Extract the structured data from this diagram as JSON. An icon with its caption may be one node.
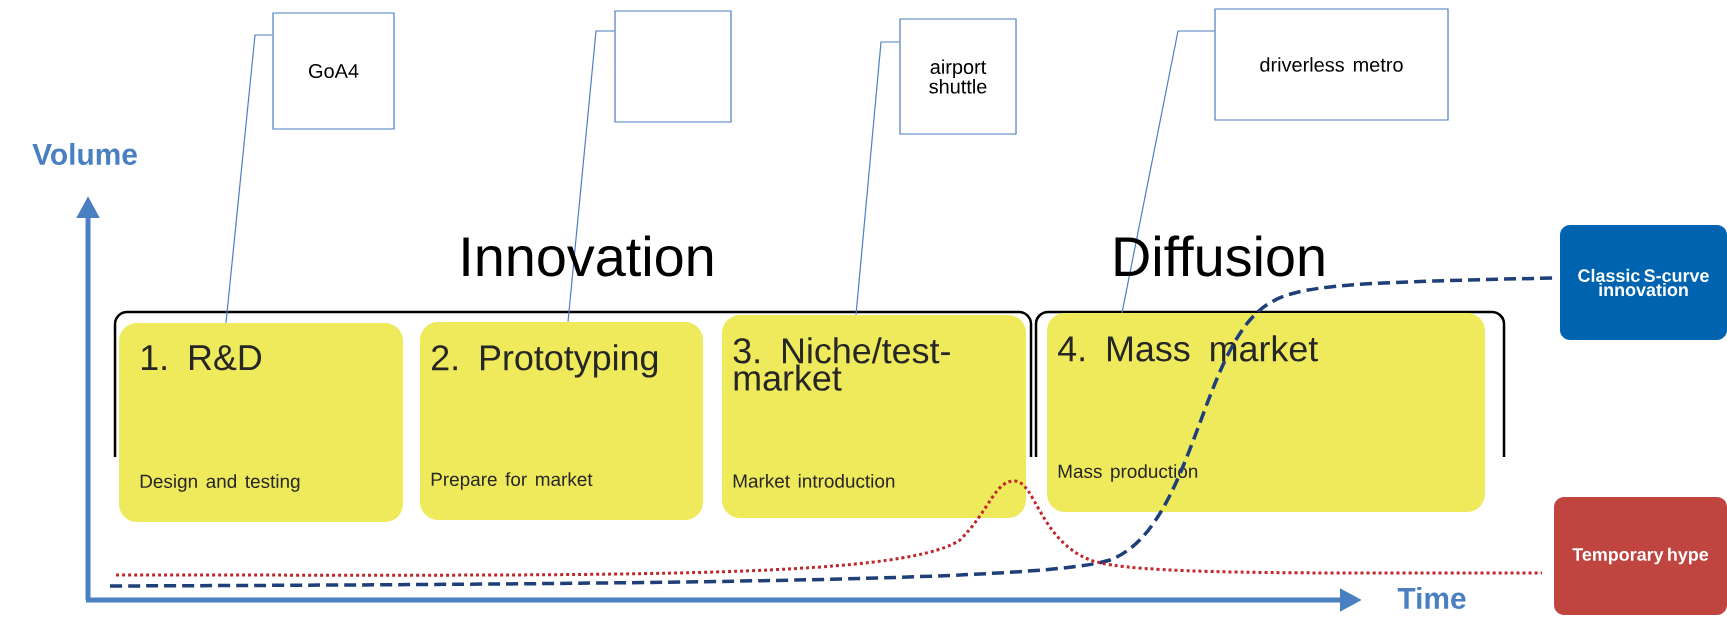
{
  "diagram": {
    "nodes": [
      {
        "text": [
          "GoA4"
        ]
      },
      {
        "text": [],
        "shape": "box"
      },
      {
        "text": [
          "airport shuttle"
        ]
      },
      {
        "text": [
          "driverless metro"
        ]
      },
      {
        "text": [
          "1. R&D",
          "Design and testing"
        ]
      },
      {
        "text": [
          "2. Prototyping",
          "Prepare for market"
        ]
      },
      {
        "text": [
          "3. Niche/test-market",
          "Market introduction"
        ]
      },
      {
        "text": [
          "4. Mass market",
          "Mass production"
        ]
      },
      {
        "text": [
          "Classic S-curve innovation"
        ]
      },
      {
        "text": [
          "Temporary hype"
        ]
      }
    ],
    "edges": [
      {
        "from": 0,
        "to": 4,
        "arrow": "none"
      },
      {
        "from": 1,
        "to": 5,
        "arrow": "none"
      },
      {
        "from": 2,
        "to": 6,
        "arrow": "none"
      },
      {
        "from": 3,
        "to": 7,
        "arrow": "none"
      }
    ],
    "labels": [
      "Volume",
      "Innovation",
      "Diffusion",
      "Time"
    ]
  }
}
